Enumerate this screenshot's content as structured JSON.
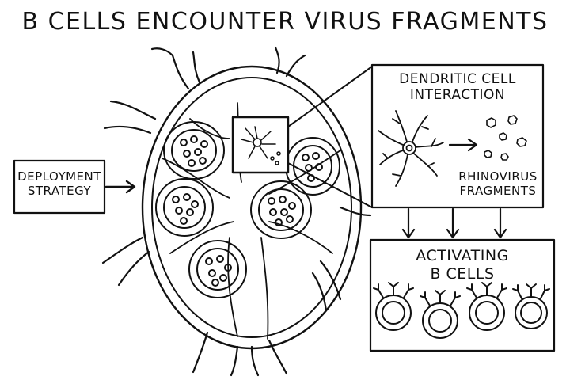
{
  "title": "B CELLS ENCOUNTER VIRUS FRAGMENTS",
  "boxes": {
    "deployment": "DEPLOYMENT\nSTRATEGY",
    "dendritic": "DENDRITIC CELL\nINTERACTION",
    "rhinovirus": "RHINOVIRUS\nFRAGMENTS",
    "activating": "ACTIVATING\nB CELLS"
  },
  "colors": {
    "ink": "#111111",
    "paper": "#ffffff"
  }
}
